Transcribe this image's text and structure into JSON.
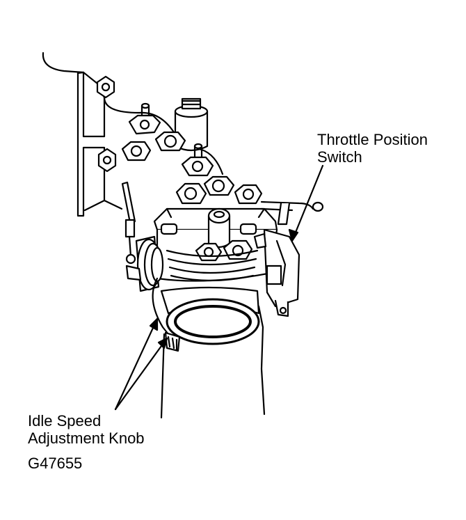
{
  "labels": {
    "throttle_position_switch": [
      "Throttle Position",
      "Switch"
    ],
    "idle_speed_knob": [
      "Idle Speed",
      "Adjustment Knob"
    ]
  },
  "figure_id": "G47655",
  "colors": {
    "ink": "#000000",
    "paper": "#ffffff"
  }
}
